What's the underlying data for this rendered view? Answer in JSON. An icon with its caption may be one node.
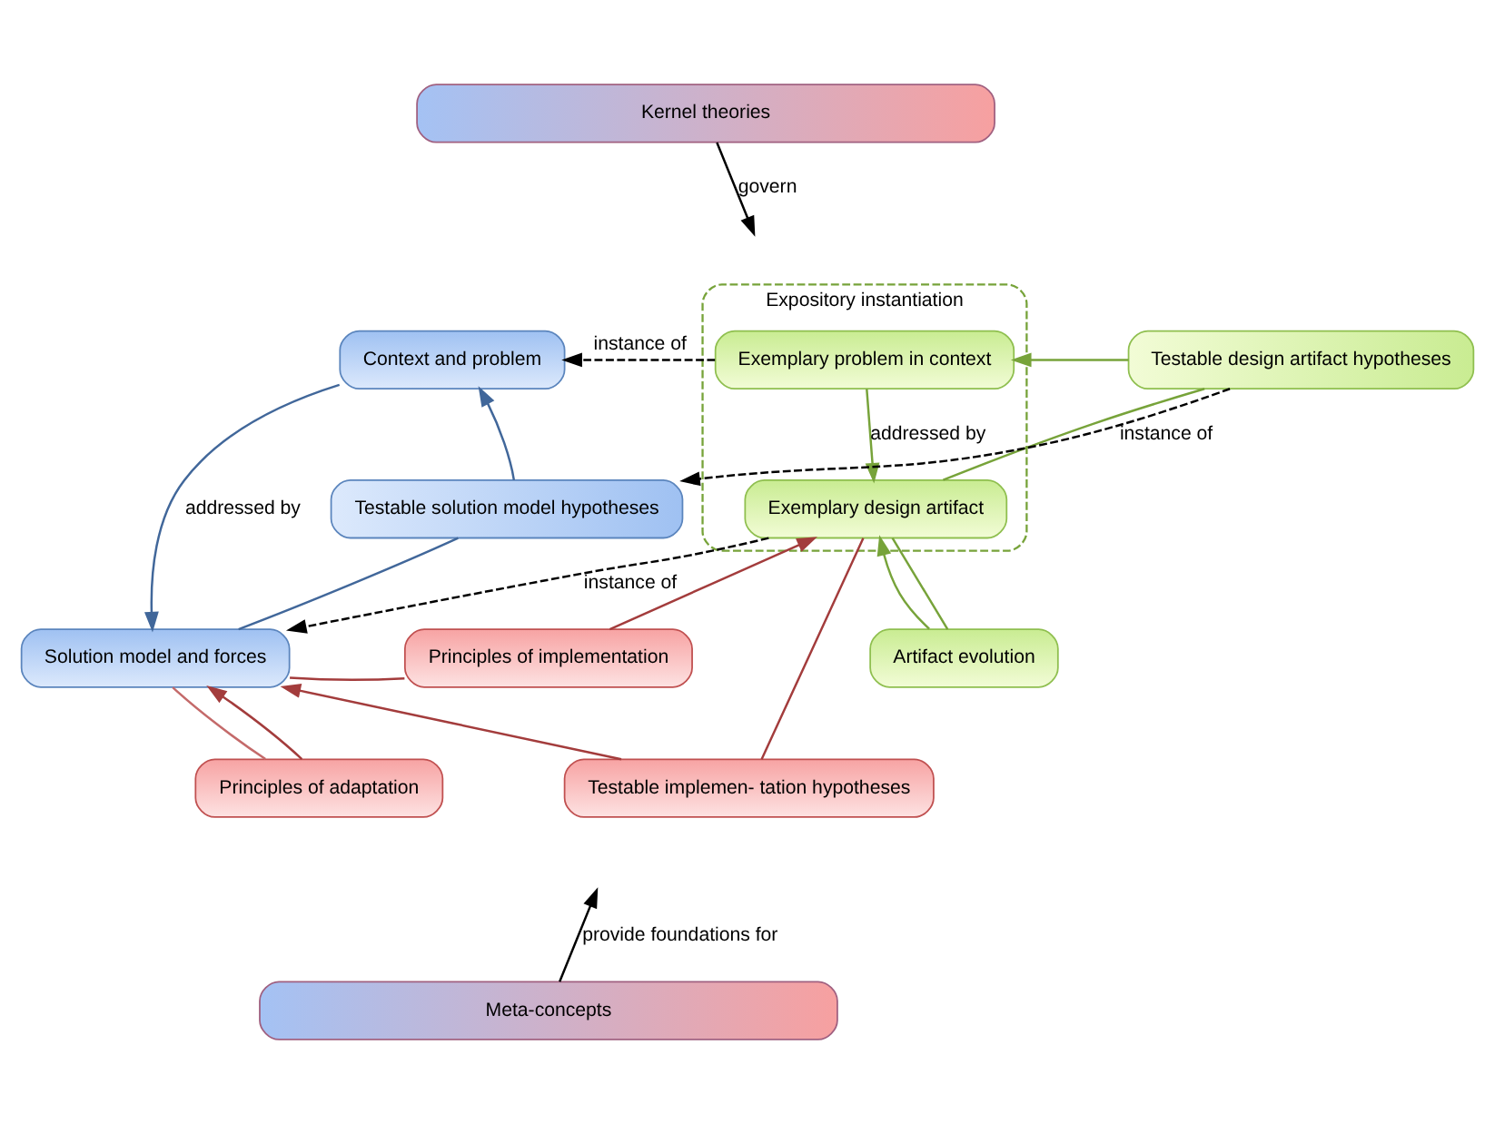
{
  "diagram": {
    "nodes": [
      {
        "text": [
          "Kernel theories"
        ]
      },
      {
        "text": [
          "Expository instantiation"
        ]
      },
      {
        "text": [
          "Context and problem"
        ]
      },
      {
        "text": [
          "Exemplary problem in context"
        ],
        "in": 1
      },
      {
        "text": [
          "Testable solution model hypotheses"
        ]
      },
      {
        "text": [
          "Testable design artifact hypotheses"
        ]
      },
      {
        "text": [
          "Principles of implementation"
        ]
      },
      {
        "text": [
          "Solution model and forces"
        ]
      },
      {
        "text": [
          "Exemplary design artifact"
        ],
        "in": 1
      },
      {
        "text": [
          "Principles of adaptation"
        ]
      },
      {
        "text": [
          "Testable implemen- tation hypotheses"
        ]
      },
      {
        "text": [
          "Artifact evolution"
        ]
      },
      {
        "text": [
          "Meta-concepts"
        ]
      }
    ],
    "edges": [
      {
        "from": 0,
        "to": null,
        "arrow": "to",
        "label": "govern"
      },
      {
        "from": 3,
        "to": 2,
        "arrow": "to",
        "label": "instance of",
        "style": "dashed",
        "color": "#000000"
      },
      {
        "from": 2,
        "to": 7,
        "arrow": "to",
        "label": "addressed by",
        "color": "#41679a"
      },
      {
        "from": 3,
        "to": 8,
        "arrow": "to",
        "label": "addressed by",
        "color": "#77a33a"
      },
      {
        "from": 5,
        "to": 4,
        "arrow": "to",
        "label": "instance of",
        "style": "dashed",
        "color": "#000000"
      },
      {
        "from": 7,
        "to": 4,
        "arrow": "none",
        "color": "#41679a"
      },
      {
        "from": 4,
        "to": 2,
        "arrow": "to",
        "color": "#41679a"
      },
      {
        "from": 8,
        "to": 5,
        "arrow": "none",
        "color": "#77a33a"
      },
      {
        "from": 5,
        "to": 3,
        "arrow": "to",
        "color": "#77a33a"
      },
      {
        "from": 7,
        "to": 6,
        "arrow": "none",
        "color": "#a33c3c"
      },
      {
        "from": 6,
        "to": 8,
        "arrow": "to",
        "color": "#a33c3c"
      },
      {
        "from": 8,
        "to": 7,
        "arrow": "to",
        "label": "instance of",
        "style": "dashed",
        "color": "#000000"
      },
      {
        "from": 8,
        "to": 10,
        "arrow": "none",
        "color": "#a33c3c"
      },
      {
        "from": 10,
        "to": 7,
        "arrow": "to",
        "color": "#a33c3c"
      },
      {
        "from": 7,
        "to": 9,
        "arrow": "none",
        "color": "#c46a6a"
      },
      {
        "from": 9,
        "to": 7,
        "arrow": "to",
        "color": "#a33c3c"
      },
      {
        "from": 8,
        "to": 11,
        "arrow": "none",
        "color": "#77a33a"
      },
      {
        "from": 11,
        "to": 8,
        "arrow": "to",
        "color": "#77a33a"
      },
      {
        "from": 12,
        "to": null,
        "arrow": "to",
        "label": "provide foundations for"
      }
    ]
  }
}
